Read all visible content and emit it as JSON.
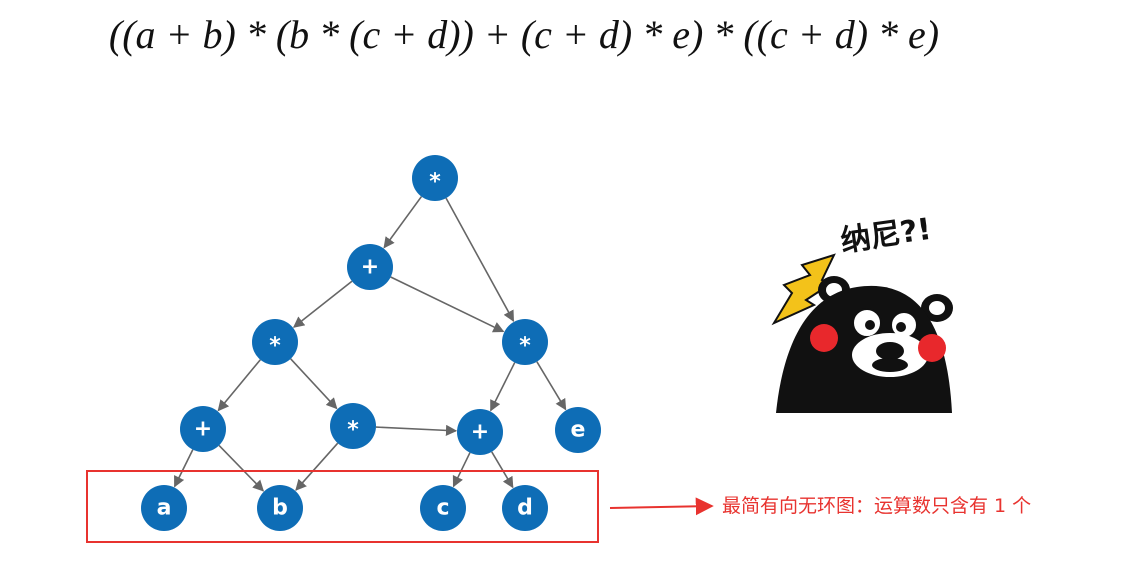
{
  "formula": "((a + b) * (b * (c + d)) + (c + d) * e) * ((c + d) * e)",
  "nodes": [
    {
      "id": "n1",
      "label": "*"
    },
    {
      "id": "n2",
      "label": "+"
    },
    {
      "id": "n3",
      "label": "*"
    },
    {
      "id": "n4",
      "label": "*"
    },
    {
      "id": "n5",
      "label": "+"
    },
    {
      "id": "n6",
      "label": "*"
    },
    {
      "id": "n7",
      "label": "+"
    },
    {
      "id": "n8",
      "label": "e"
    },
    {
      "id": "n9",
      "label": "a"
    },
    {
      "id": "n10",
      "label": "b"
    },
    {
      "id": "n11",
      "label": "c"
    },
    {
      "id": "n12",
      "label": "d"
    }
  ],
  "edges": [
    [
      "n1",
      "n2"
    ],
    [
      "n1",
      "n4"
    ],
    [
      "n2",
      "n3"
    ],
    [
      "n2",
      "n4"
    ],
    [
      "n3",
      "n5"
    ],
    [
      "n3",
      "n6"
    ],
    [
      "n4",
      "n7"
    ],
    [
      "n4",
      "n8"
    ],
    [
      "n5",
      "n9"
    ],
    [
      "n5",
      "n10"
    ],
    [
      "n6",
      "n10"
    ],
    [
      "n6",
      "n7"
    ],
    [
      "n7",
      "n11"
    ],
    [
      "n7",
      "n12"
    ]
  ],
  "callout": {
    "text": "最简有向无环图：运算数只含有 1 个"
  },
  "sticker": {
    "caption": "纳尼?!"
  },
  "colors": {
    "node_fill": "#0e6db6",
    "edge": "#666666",
    "highlight": "#e8332f"
  }
}
